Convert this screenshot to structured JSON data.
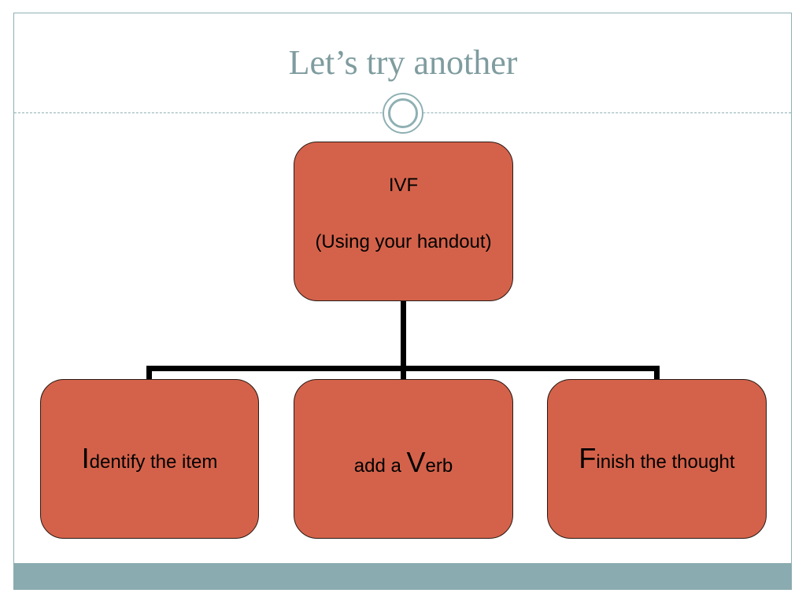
{
  "slide": {
    "title": "Let’s try another"
  },
  "diagram": {
    "root": {
      "title": "IVF",
      "subtitle": "(Using your handout)"
    },
    "children": [
      {
        "prefix": "",
        "initial": "I",
        "rest": "dentify the item"
      },
      {
        "prefix": "add a ",
        "initial": "V",
        "rest": "erb"
      },
      {
        "prefix": "",
        "initial": "F",
        "rest": "inish the thought"
      }
    ]
  },
  "colors": {
    "node_fill": "#d4624a",
    "title_text": "#7f9c9f",
    "accent": "#8aabb0"
  }
}
